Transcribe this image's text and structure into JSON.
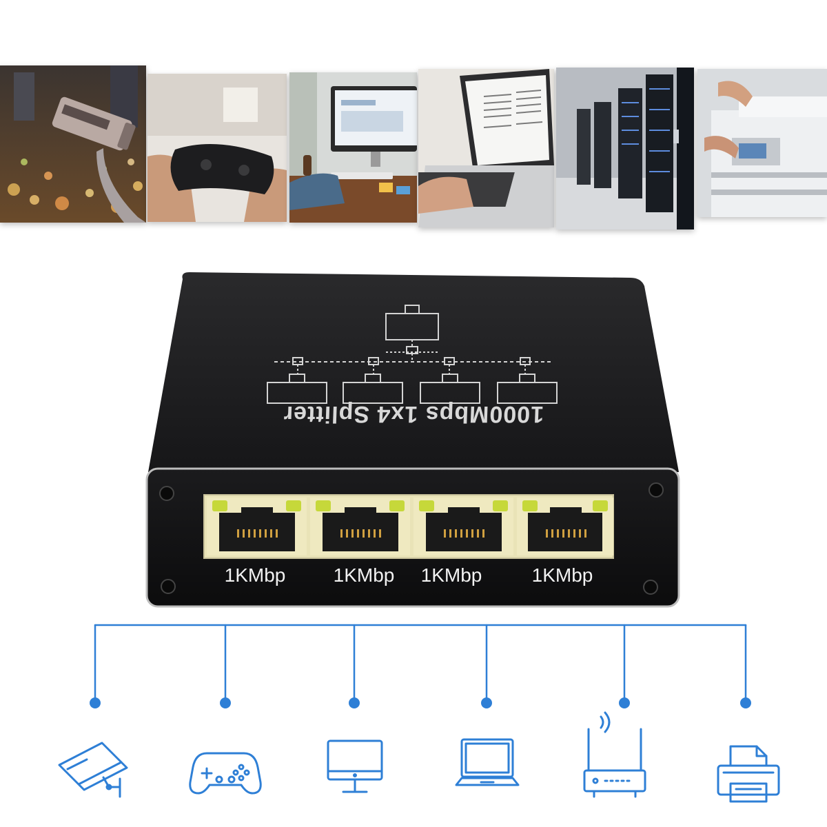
{
  "device": {
    "title": "1000Mbps 1x4 Splitter",
    "ports": [
      {
        "label": "1KMbp"
      },
      {
        "label": "1KMbp"
      },
      {
        "label": "1KMbp"
      },
      {
        "label": "1KMbp"
      }
    ]
  },
  "photos": [
    {
      "name": "security-camera-photo"
    },
    {
      "name": "game-controller-photo"
    },
    {
      "name": "desktop-computer-photo"
    },
    {
      "name": "laptop-photo"
    },
    {
      "name": "server-room-photo"
    },
    {
      "name": "printer-photo"
    }
  ],
  "devices": [
    {
      "icon": "security-camera-icon"
    },
    {
      "icon": "game-controller-icon"
    },
    {
      "icon": "monitor-icon"
    },
    {
      "icon": "laptop-icon"
    },
    {
      "icon": "router-icon"
    },
    {
      "icon": "printer-icon"
    }
  ],
  "colors": {
    "accent": "#2e7fd6",
    "device_body": "#1e1e1e",
    "port_led": "#c6d83a"
  }
}
